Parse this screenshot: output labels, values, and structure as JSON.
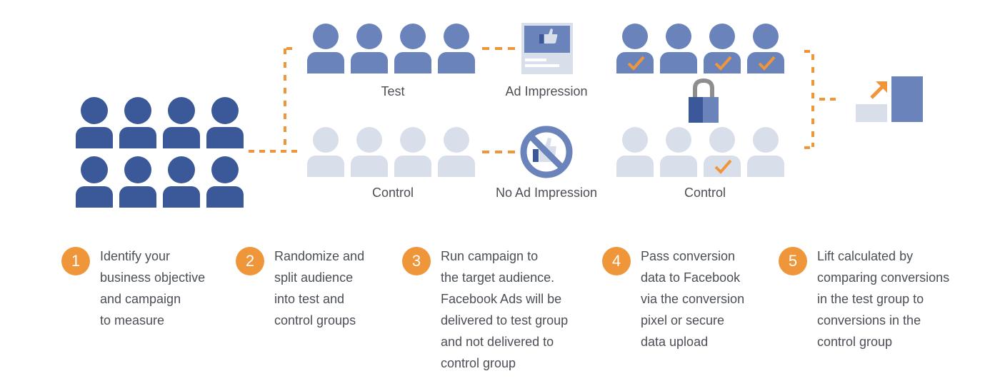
{
  "diagram": {
    "groups": {
      "test_label": "Test",
      "control_label_middle": "Control",
      "control_label_right": "Control"
    },
    "impressions": {
      "ad_label": "Ad Impression",
      "no_ad_label": "No Ad Impression"
    },
    "icons": {
      "audience": "person-icon",
      "ad": "thumbs-up-ad-icon",
      "no_ad": "prohibited-thumbs-up-icon",
      "lock": "padlock-icon",
      "conversion": "checkmark-icon",
      "lift": "lift-bar-arrow-icon"
    },
    "colors": {
      "audience_dark": "#3b5998",
      "test_blue": "#6a84bb",
      "control_light": "#d8dfea",
      "accent_orange": "#f0963a",
      "text": "#4b4f56"
    },
    "conversions": {
      "test_checked": [
        true,
        false,
        true,
        true
      ],
      "control_checked": [
        false,
        false,
        true,
        false
      ]
    }
  },
  "steps": [
    {
      "number": "1",
      "text": "Identify your\nbusiness objective\nand campaign\nto measure"
    },
    {
      "number": "2",
      "text": "Randomize and\nsplit audience\ninto test and\ncontrol groups"
    },
    {
      "number": "3",
      "text": "Run campaign to\nthe target audience.\nFacebook Ads will be\ndelivered to test group\nand not delivered to\ncontrol group"
    },
    {
      "number": "4",
      "text": "Pass conversion\ndata to Facebook\nvia the conversion\npixel or secure\ndata upload"
    },
    {
      "number": "5",
      "text": "Lift calculated by\ncomparing conversions\nin the test group to\nconversions in the\ncontrol group"
    }
  ]
}
